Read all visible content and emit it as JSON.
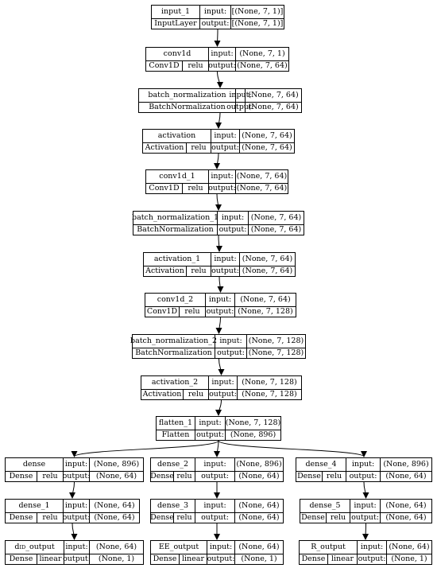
{
  "nodes": [
    {
      "id": "input_1",
      "name": "input_1",
      "type": "InputLayer",
      "activation": "",
      "input": "[(None, 7, 1)]",
      "output": "[(None, 7, 1)]"
    },
    {
      "id": "conv1d",
      "name": "conv1d",
      "type": "Conv1D",
      "activation": "relu",
      "input": "(None, 7, 1)",
      "output": "(None, 7, 64)"
    },
    {
      "id": "batch_normalization",
      "name": "batch_normalization",
      "type": "BatchNormalization",
      "activation": "",
      "input": "(None, 7, 64)",
      "output": "(None, 7, 64)"
    },
    {
      "id": "activation",
      "name": "activation",
      "type": "Activation",
      "activation": "relu",
      "input": "(None, 7, 64)",
      "output": "(None, 7, 64)"
    },
    {
      "id": "conv1d_1",
      "name": "conv1d_1",
      "type": "Conv1D",
      "activation": "relu",
      "input": "(None, 7, 64)",
      "output": "(None, 7, 64)"
    },
    {
      "id": "batch_normalization_1",
      "name": "batch_normalization_1",
      "type": "BatchNormalization",
      "activation": "",
      "input": "(None, 7, 64)",
      "output": "(None, 7, 64)"
    },
    {
      "id": "activation_1",
      "name": "activation_1",
      "type": "Activation",
      "activation": "relu",
      "input": "(None, 7, 64)",
      "output": "(None, 7, 64)"
    },
    {
      "id": "conv1d_2",
      "name": "conv1d_2",
      "type": "Conv1D",
      "activation": "relu",
      "input": "(None, 7, 64)",
      "output": "(None, 7, 128)"
    },
    {
      "id": "batch_normalization_2",
      "name": "batch_normalization_2",
      "type": "BatchNormalization",
      "activation": "",
      "input": "(None, 7, 128)",
      "output": "(None, 7, 128)"
    },
    {
      "id": "activation_2",
      "name": "activation_2",
      "type": "Activation",
      "activation": "relu",
      "input": "(None, 7, 128)",
      "output": "(None, 7, 128)"
    },
    {
      "id": "flatten_1",
      "name": "flatten_1",
      "type": "Flatten",
      "activation": "",
      "input": "(None, 7, 128)",
      "output": "(None, 896)"
    },
    {
      "id": "dense",
      "name": "dense",
      "type": "Dense",
      "activation": "relu",
      "input": "(None, 896)",
      "output": "(None, 64)"
    },
    {
      "id": "dense_2",
      "name": "dense_2",
      "type": "Dense",
      "activation": "relu",
      "input": "(None, 896)",
      "output": "(None, 64)"
    },
    {
      "id": "dense_4",
      "name": "dense_4",
      "type": "Dense",
      "activation": "relu",
      "input": "(None, 896)",
      "output": "(None, 64)"
    },
    {
      "id": "dense_1",
      "name": "dense_1",
      "type": "Dense",
      "activation": "relu",
      "input": "(None, 64)",
      "output": "(None, 64)"
    },
    {
      "id": "dense_3",
      "name": "dense_3",
      "type": "Dense",
      "activation": "relu",
      "input": "(None, 64)",
      "output": "(None, 64)"
    },
    {
      "id": "dense_5",
      "name": "dense_5",
      "type": "Dense",
      "activation": "relu",
      "input": "(None, 64)",
      "output": "(None, 64)"
    },
    {
      "id": "dID_output",
      "name": "d",
      "name_sub": "ID",
      "name_suffix": "_output",
      "type": "Dense",
      "activation": "linear",
      "input": "(None, 64)",
      "output": "(None, 1)"
    },
    {
      "id": "EE_output",
      "name": "EE_output",
      "type": "Dense",
      "activation": "linear",
      "input": "(None, 64)",
      "output": "(None, 1)"
    },
    {
      "id": "R_output",
      "name": "R_output",
      "type": "Dense",
      "activation": "linear",
      "input": "(None, 64)",
      "output": "(None, 1)"
    }
  ],
  "edges": [
    [
      "input_1",
      "conv1d"
    ],
    [
      "conv1d",
      "batch_normalization"
    ],
    [
      "batch_normalization",
      "activation"
    ],
    [
      "activation",
      "conv1d_1"
    ],
    [
      "conv1d_1",
      "batch_normalization_1"
    ],
    [
      "batch_normalization_1",
      "activation_1"
    ],
    [
      "activation_1",
      "conv1d_2"
    ],
    [
      "conv1d_2",
      "batch_normalization_2"
    ],
    [
      "batch_normalization_2",
      "activation_2"
    ],
    [
      "activation_2",
      "flatten_1"
    ],
    [
      "flatten_1",
      "dense"
    ],
    [
      "flatten_1",
      "dense_2"
    ],
    [
      "flatten_1",
      "dense_4"
    ],
    [
      "dense",
      "dense_1"
    ],
    [
      "dense_2",
      "dense_3"
    ],
    [
      "dense_4",
      "dense_5"
    ],
    [
      "dense_1",
      "dID_output"
    ],
    [
      "dense_3",
      "EE_output"
    ],
    [
      "dense_5",
      "R_output"
    ]
  ],
  "labels": {
    "input": "input:",
    "output": "output:"
  }
}
